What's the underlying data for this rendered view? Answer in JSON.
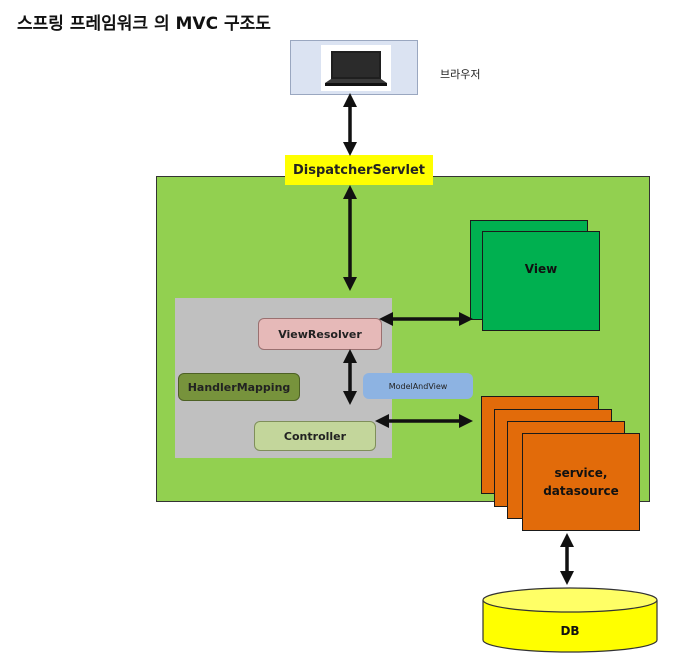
{
  "title": "스프링 프레임워크 의 MVC 구조도",
  "browser": {
    "label": "브라우저",
    "icon": "laptop-icon"
  },
  "dispatcher": {
    "label": "DispatcherServlet"
  },
  "components": {
    "view_resolver": "ViewResolver",
    "handler_mapping": "HandlerMapping",
    "controller": "Controller",
    "model_and_view": "ModelAndView",
    "view": "View",
    "service_line1": "service,",
    "service_line2": "datasource",
    "db": "DB"
  },
  "colors": {
    "container": "#92d050",
    "dispatcher": "#ffff00",
    "view": "#00b050",
    "service": "#e26b0a",
    "db": "#ffff00",
    "view_resolver": "#e6b9b8",
    "handler_mapping": "#77933c",
    "controller": "#c3d69b",
    "model_and_view": "#8db3e2",
    "browser": "#dbe3f2"
  }
}
